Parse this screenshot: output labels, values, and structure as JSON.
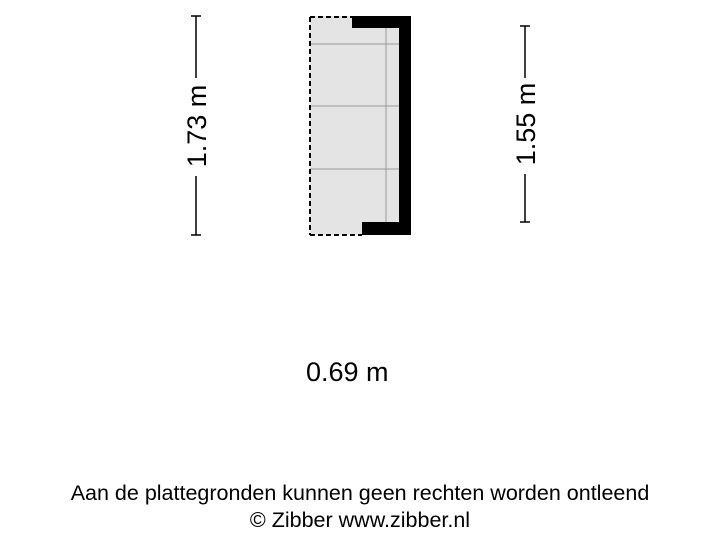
{
  "plan": {
    "left_height": "1.73 m",
    "right_height": "1.55 m",
    "width": "0.69 m"
  },
  "footer": {
    "disclaimer": "Aan de plattegronden kunnen geen rechten worden ontleend",
    "copyright": "© Zibber www.zibber.nl"
  },
  "colors": {
    "floor": "#e4e4e4",
    "wall": "#000000",
    "background": "#ffffff"
  }
}
